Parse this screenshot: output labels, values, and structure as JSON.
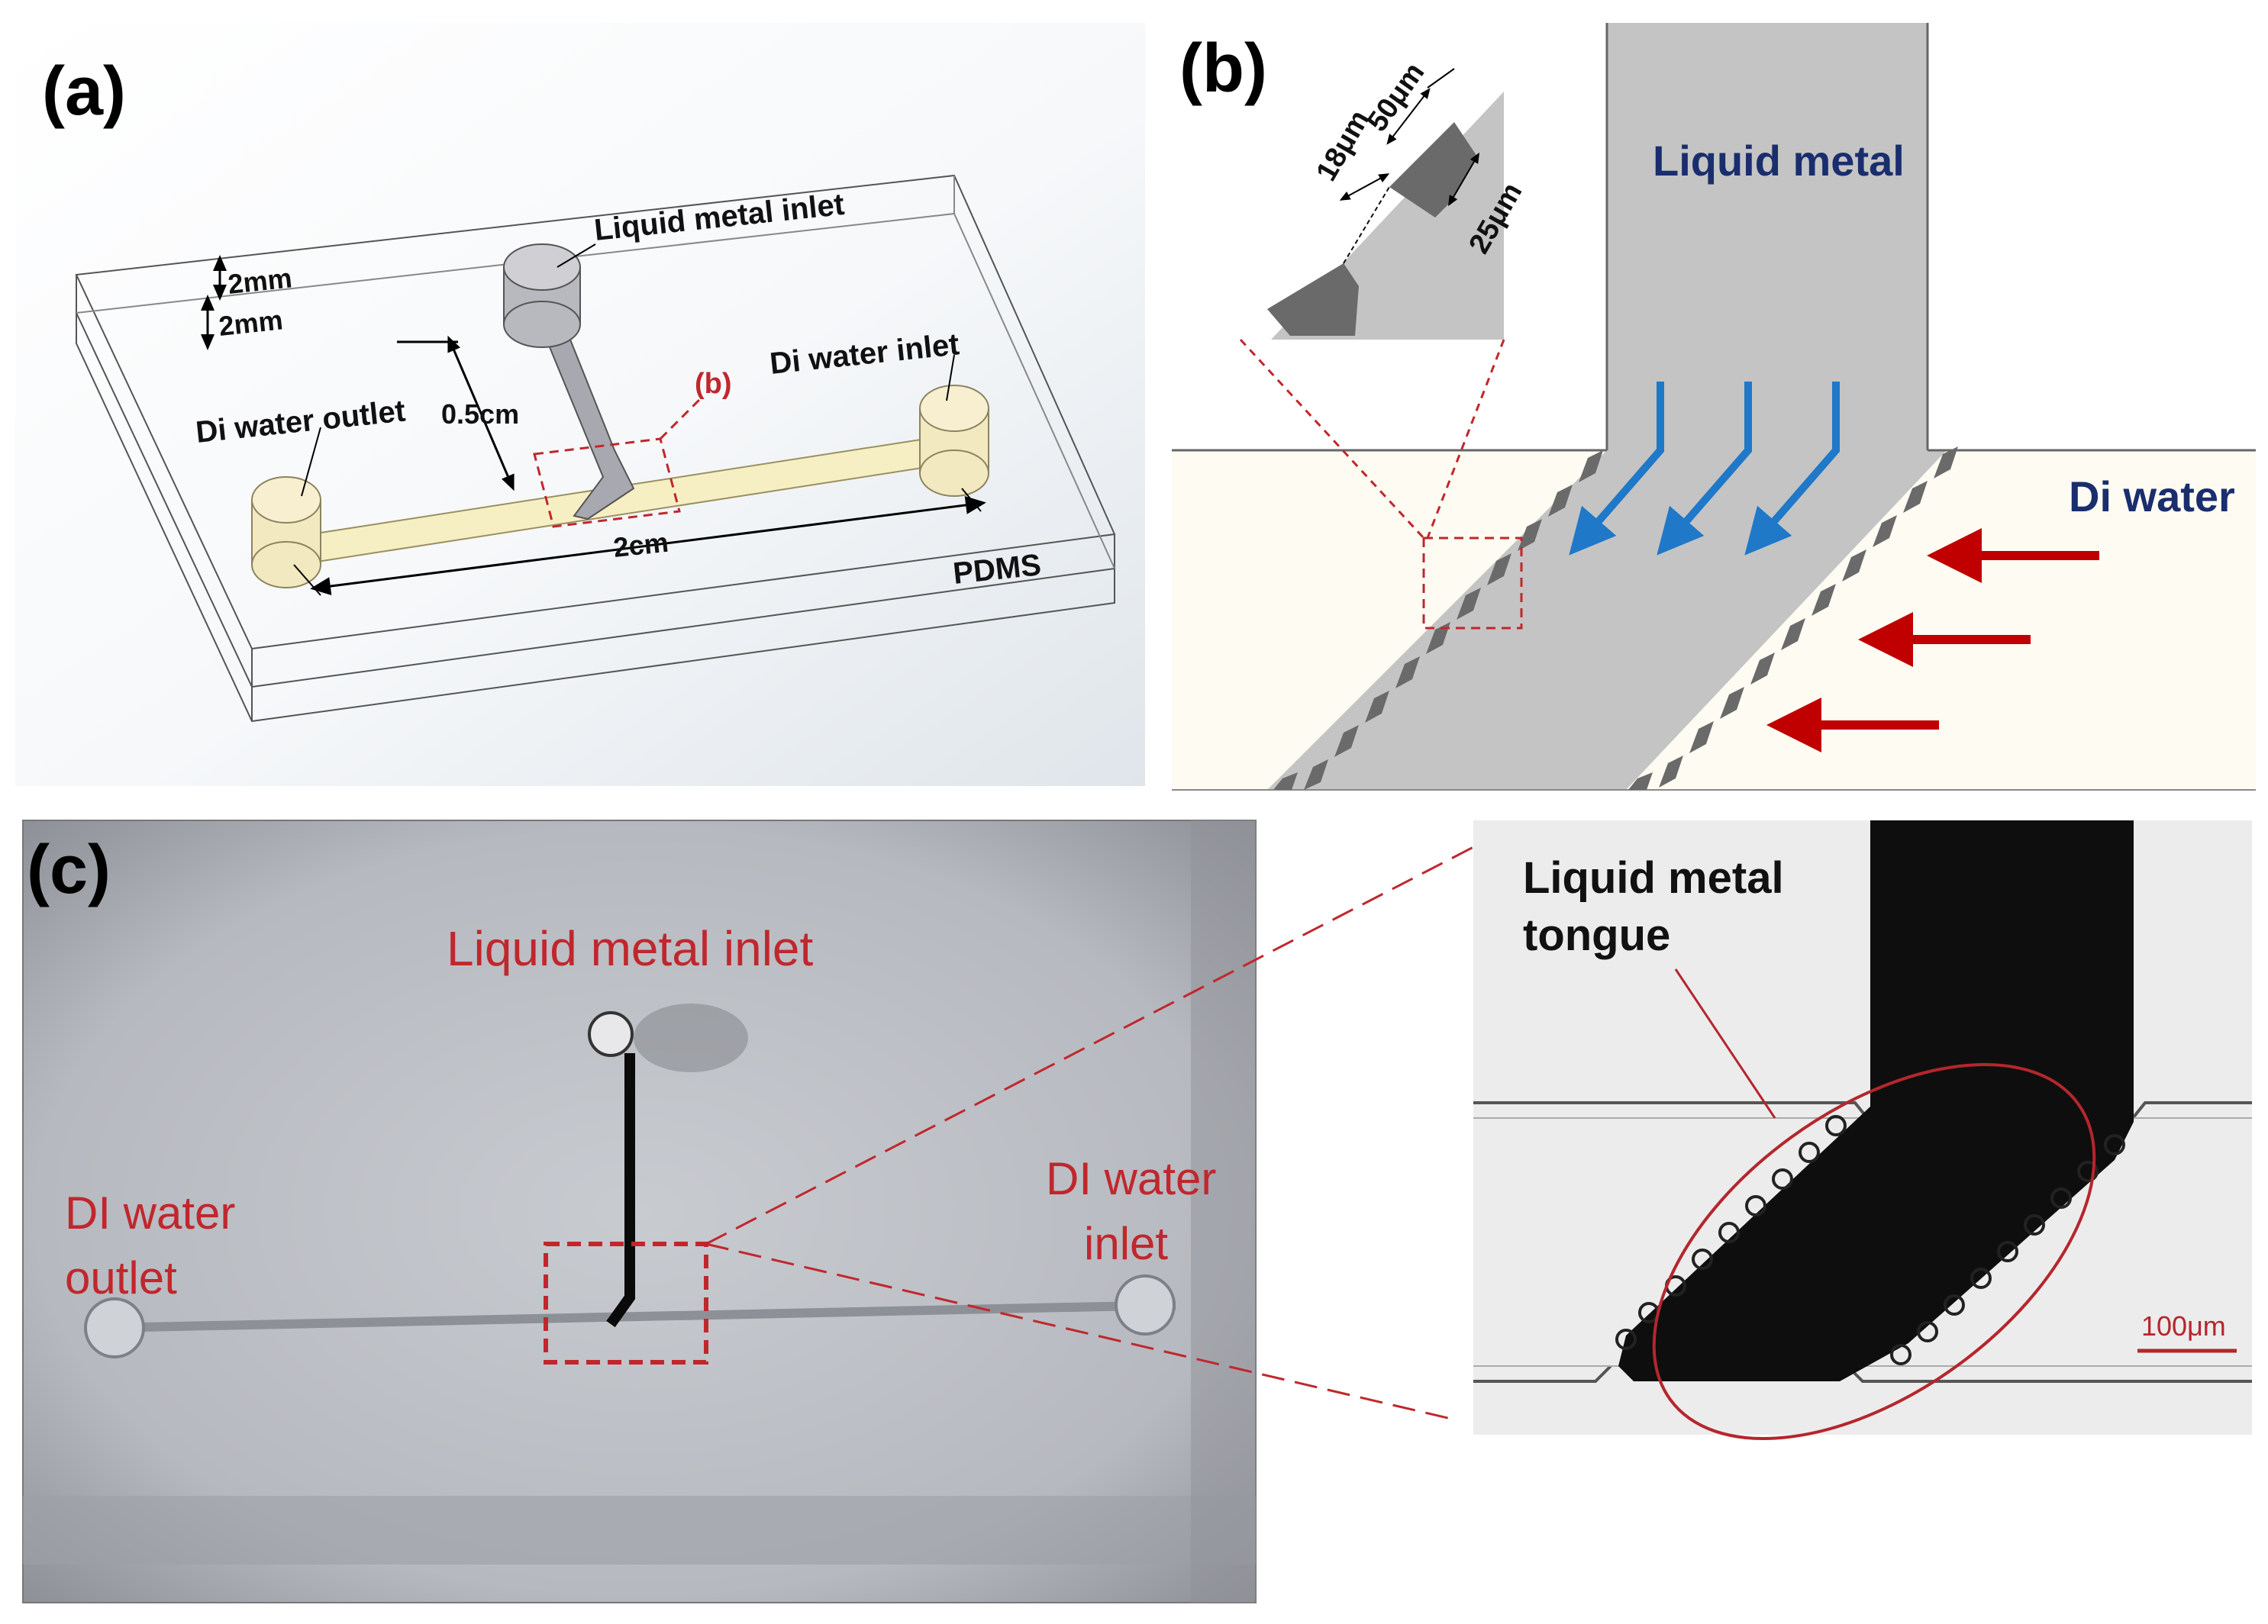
{
  "panels": {
    "a": {
      "label": "(a)",
      "liquid_metal_inlet": "Liquid metal inlet",
      "di_water_inlet": "Di water inlet",
      "di_water_outlet": "Di water outlet",
      "dim_top": "2mm",
      "dim_bottom": "2mm",
      "dim_channel": "0.5cm",
      "dim_length": "2cm",
      "material": "PDMS",
      "callout": "(b)"
    },
    "b": {
      "label": "(b)",
      "liquid_metal": "Liquid metal",
      "di_water": "Di water",
      "dim_18": "18μm",
      "dim_50": "50μm",
      "dim_25": "25μm"
    },
    "c": {
      "label": "(c)",
      "liquid_metal_inlet": "Liquid metal inlet",
      "di_water_outlet_1": "DI water",
      "di_water_outlet_2": "outlet",
      "di_water_inlet_1": "DI water",
      "di_water_inlet_2": "inlet",
      "tongue_1": "Liquid metal",
      "tongue_2": "tongue",
      "scale": "100μm"
    }
  },
  "colors": {
    "liquid_metal_fill": "#c0c0c0",
    "water_bg": "#fefcf2",
    "flow_arrow_blue": "#1f78c8",
    "flow_arrow_red": "#c00000",
    "label_navy": "#1a2e6e",
    "annotation_red": "#c0272d"
  }
}
